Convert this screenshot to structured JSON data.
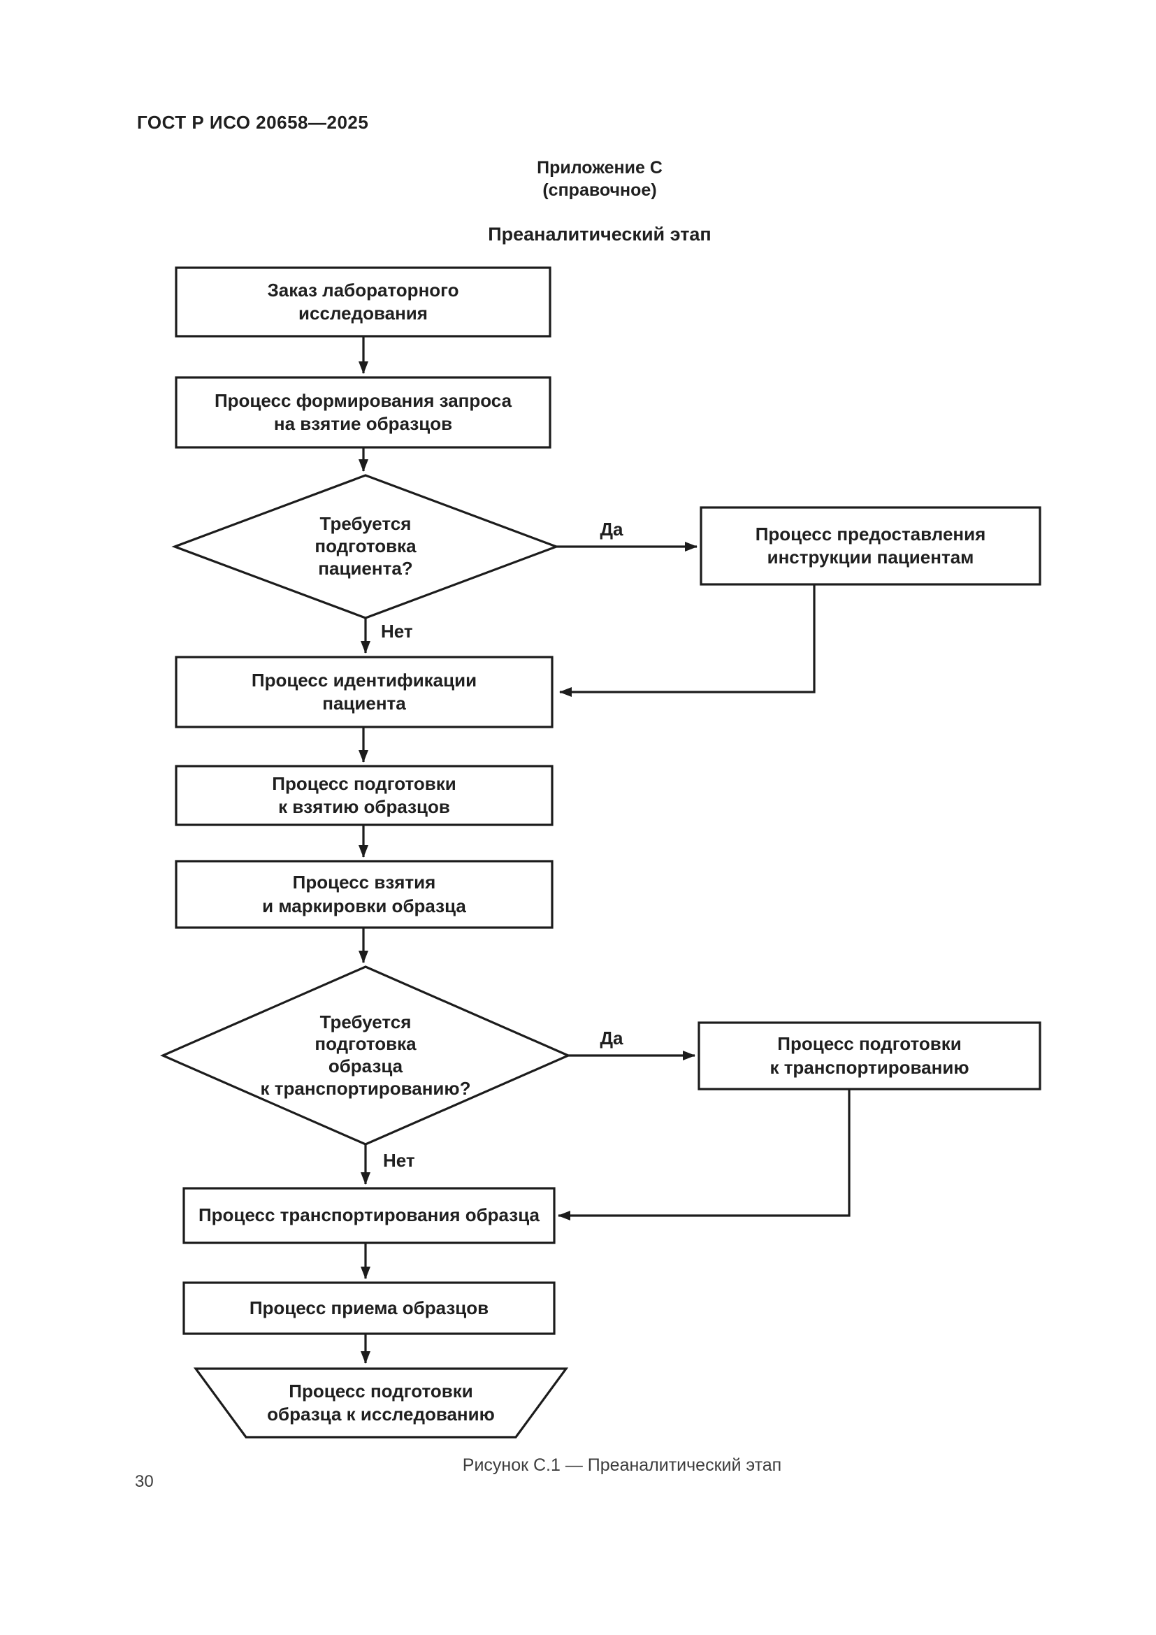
{
  "page": {
    "header_code": "ГОСТ Р ИСО 20658—2025",
    "appendix_title": "Приложение С",
    "appendix_subtitle": "(справочное)",
    "section_title": "Преаналитический этап",
    "figure_caption": "Рисунок С.1 — Преаналитический этап",
    "page_number": "30"
  },
  "flowchart": {
    "nodes": {
      "order": {
        "type": "process",
        "lines": [
          "Заказ лабораторного",
          "исследования"
        ]
      },
      "request": {
        "type": "process",
        "lines": [
          "Процесс формирования запроса",
          "на взятие образцов"
        ]
      },
      "decision_patient_prep": {
        "type": "decision",
        "lines": [
          "Требуется",
          "подготовка",
          "пациента?"
        ]
      },
      "instructions": {
        "type": "process",
        "lines": [
          "Процесс предоставления",
          "инструкции пациентам"
        ]
      },
      "identification": {
        "type": "process",
        "lines": [
          "Процесс идентификации",
          "пациента"
        ]
      },
      "sampling_prep": {
        "type": "process",
        "lines": [
          "Процесс  подготовки",
          "к взятию образцов"
        ]
      },
      "sampling": {
        "type": "process",
        "lines": [
          "Процесс взятия",
          "и маркировки образца"
        ]
      },
      "decision_transport_prep": {
        "type": "decision",
        "lines": [
          "Требуется",
          "подготовка",
          "образца",
          "к транспортированию?"
        ]
      },
      "transport_prep": {
        "type": "process",
        "lines": [
          "Процесс подготовки",
          "к транспортированию"
        ]
      },
      "transport": {
        "type": "process",
        "lines": [
          "Процесс транспортирования образца"
        ]
      },
      "reception": {
        "type": "process",
        "lines": [
          "Процесс приема образцов"
        ]
      },
      "exam_prep": {
        "type": "trapezoid",
        "lines": [
          "Процесс подготовки",
          "образца к исследованию"
        ]
      }
    },
    "branch_labels": {
      "yes1": "Да",
      "no1": "Нет",
      "yes2": "Да",
      "no2": "Нет"
    },
    "colors": {
      "stroke": "#1c1c1c",
      "fill": "#ffffff"
    }
  }
}
